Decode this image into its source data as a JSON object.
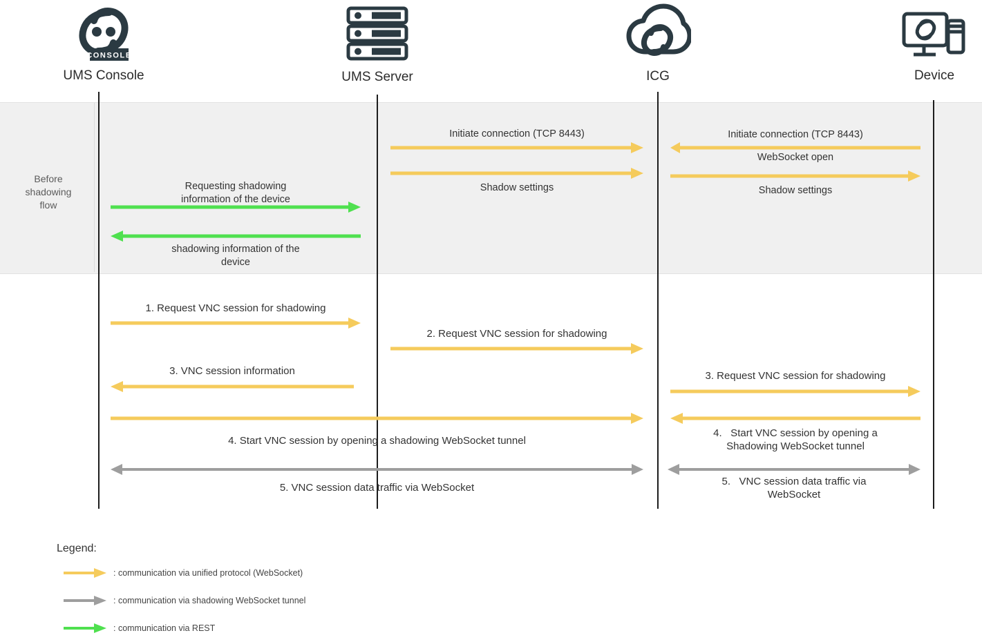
{
  "diagram": {
    "title": "UMS shadowing sequence diagram",
    "colors": {
      "unified_protocol": "#F5CB5C",
      "shadowing_tunnel": "#9E9E9E",
      "rest": "#4FE04F",
      "lifeline": "#1C1C1C",
      "band": "#F0F0F0",
      "icon": "#2B3A42"
    }
  },
  "actors": [
    {
      "id": "ums-console",
      "label": "UMS Console",
      "icon": "ums-console-logo-icon"
    },
    {
      "id": "ums-server",
      "label": "UMS Server",
      "icon": "server-rack-icon"
    },
    {
      "id": "icg",
      "label": "ICG",
      "icon": "cloud-gateway-icon"
    },
    {
      "id": "device",
      "label": "Device",
      "icon": "desktop-computer-icon"
    }
  ],
  "phase": {
    "label": "Before\nshadowing\nflow",
    "label_lines": [
      "Before",
      "shadowing",
      "flow"
    ]
  },
  "messages": {
    "before": {
      "console_server_request": "Requesting shadowing\ninformation of the device",
      "console_server_response": "shadowing information of the\ndevice",
      "server_icg_initiate": "Initiate connection (TCP 8443)",
      "server_icg_shadow_settings": "Shadow settings",
      "icg_device_initiate": "Initiate connection (TCP 8443)",
      "icg_device_websocket_open": "WebSocket open",
      "icg_device_shadow_settings": "Shadow settings"
    },
    "flow": {
      "step1": "1.   Request VNC session for shadowing",
      "step2": "2.   Request VNC session for shadowing",
      "step3_left": "3.   VNC session information",
      "step3_right": "3.   Request VNC session for shadowing",
      "step4_left": "4.   Start VNC session by opening a shadowing WebSocket tunnel",
      "step4_right": "4.   Start VNC session by opening a\nShadowing WebSocket tunnel",
      "step5_left": "5.   VNC session data traffic via WebSocket",
      "step5_right": "5.   VNC session data traffic via\nWebSocket"
    }
  },
  "legend": {
    "title": "Legend:",
    "items": [
      {
        "color": "#F5CB5C",
        "text": ": communication via unified protocol (WebSocket)",
        "name": "legend-unified-protocol"
      },
      {
        "color": "#9E9E9E",
        "text": ": communication via shadowing WebSocket tunnel",
        "name": "legend-shadowing-tunnel"
      },
      {
        "color": "#4FE04F",
        "text": ": communication via REST",
        "name": "legend-rest"
      }
    ]
  }
}
